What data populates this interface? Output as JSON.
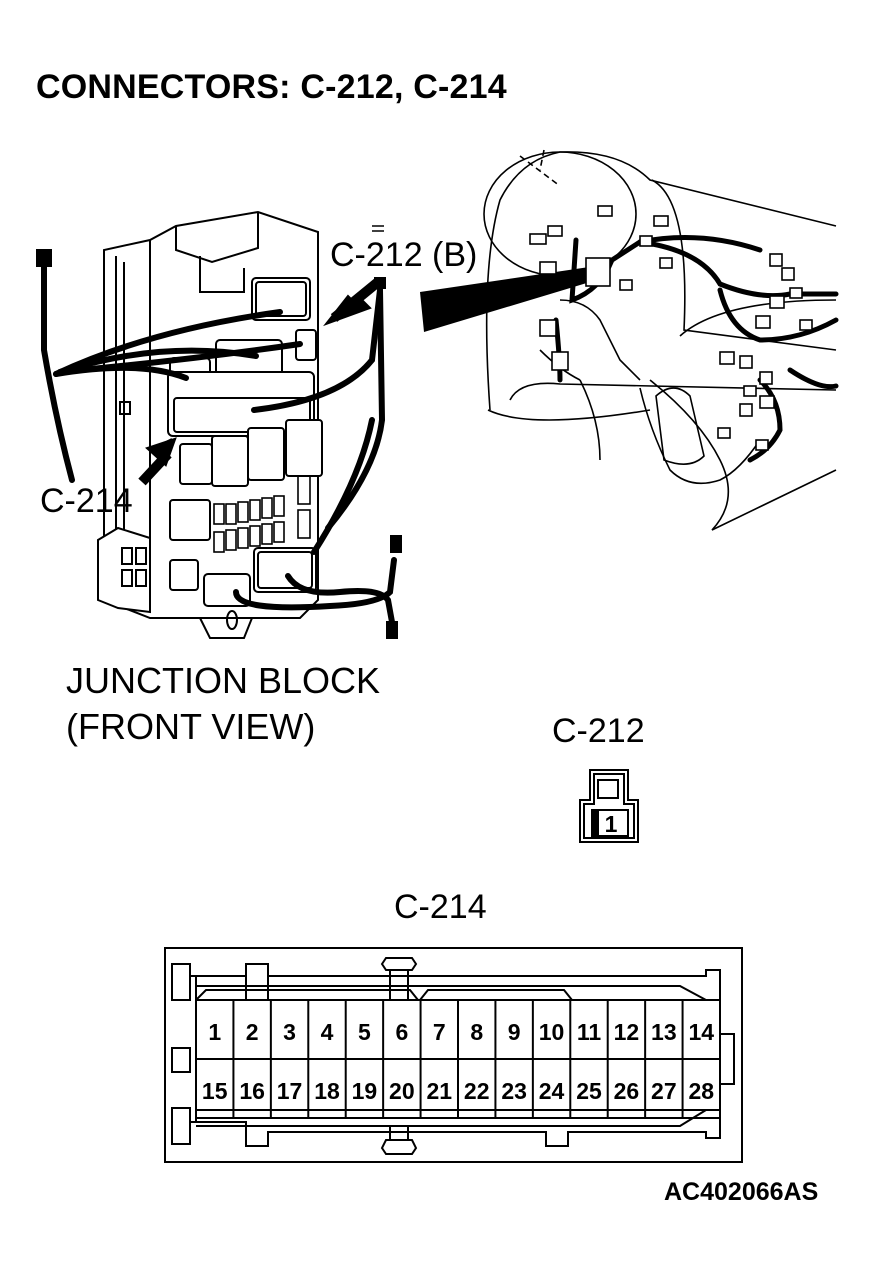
{
  "title": "CONNECTORS: C-212, C-214",
  "junction_block": {
    "line1": "JUNCTION BLOCK",
    "line2": "(FRONT VIEW)"
  },
  "callouts": {
    "c212": "C-212 (B)",
    "c214": "C-214"
  },
  "connector_c212": {
    "label": "C-212",
    "pins": [
      "1"
    ]
  },
  "connector_c214": {
    "label": "C-214",
    "top_row": [
      "1",
      "2",
      "3",
      "4",
      "5",
      "6",
      "7",
      "8",
      "9",
      "10",
      "11",
      "12",
      "13",
      "14"
    ],
    "bottom_row": [
      "15",
      "16",
      "17",
      "18",
      "19",
      "20",
      "21",
      "22",
      "23",
      "24",
      "25",
      "26",
      "27",
      "28"
    ]
  },
  "figure_code": "AC402066AS"
}
